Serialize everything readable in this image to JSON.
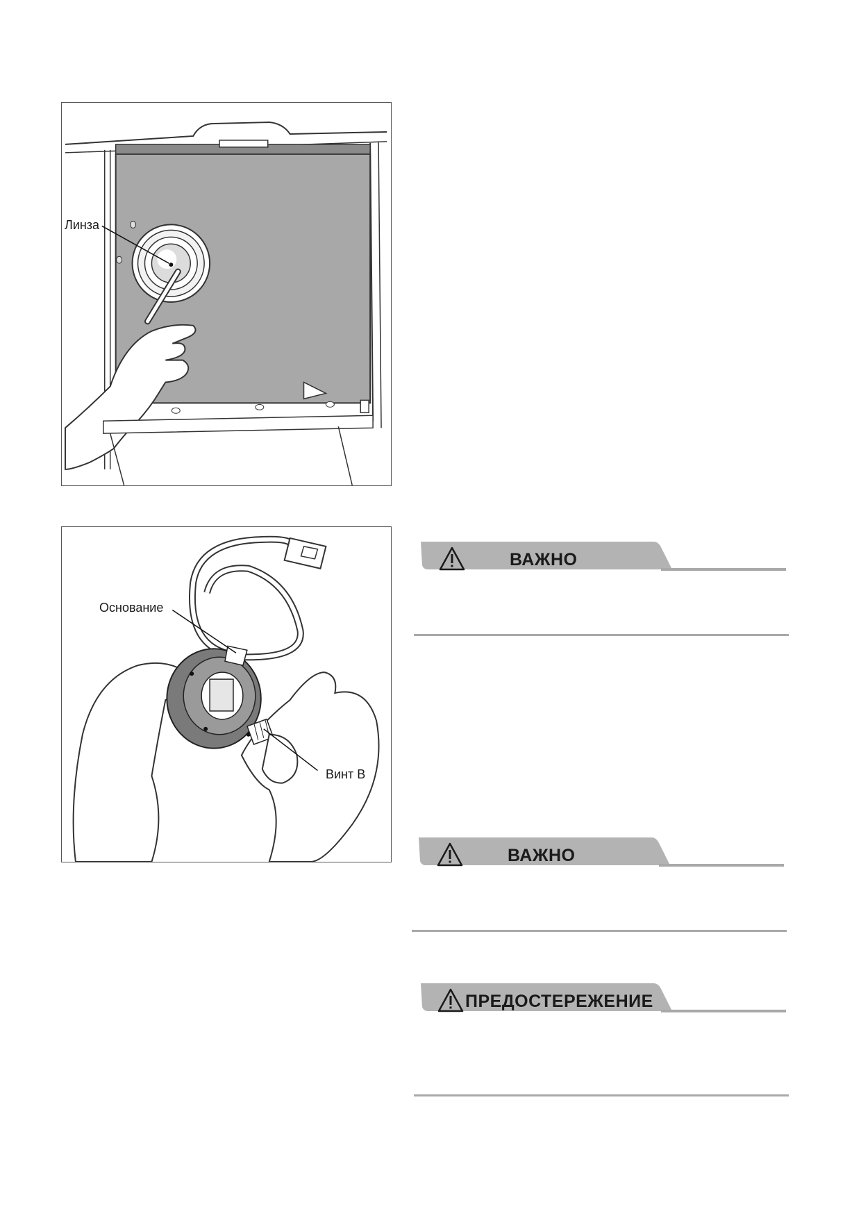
{
  "figures": {
    "lens_figure": {
      "label": "Линза"
    },
    "base_figure": {
      "base_label": "Основание",
      "screw_label": "Винт B"
    }
  },
  "notices": [
    {
      "title": "ВАЖНО",
      "icon": "warning-triangle-icon"
    },
    {
      "title": "ВАЖНО",
      "icon": "warning-triangle-icon"
    },
    {
      "title": "ПРЕДОСТЕРЕЖЕНИЕ",
      "icon": "warning-triangle-icon"
    }
  ],
  "colors": {
    "banner": "#b3b3b3",
    "rule": "#a9a9a9",
    "panel": "#a8a8a8"
  }
}
